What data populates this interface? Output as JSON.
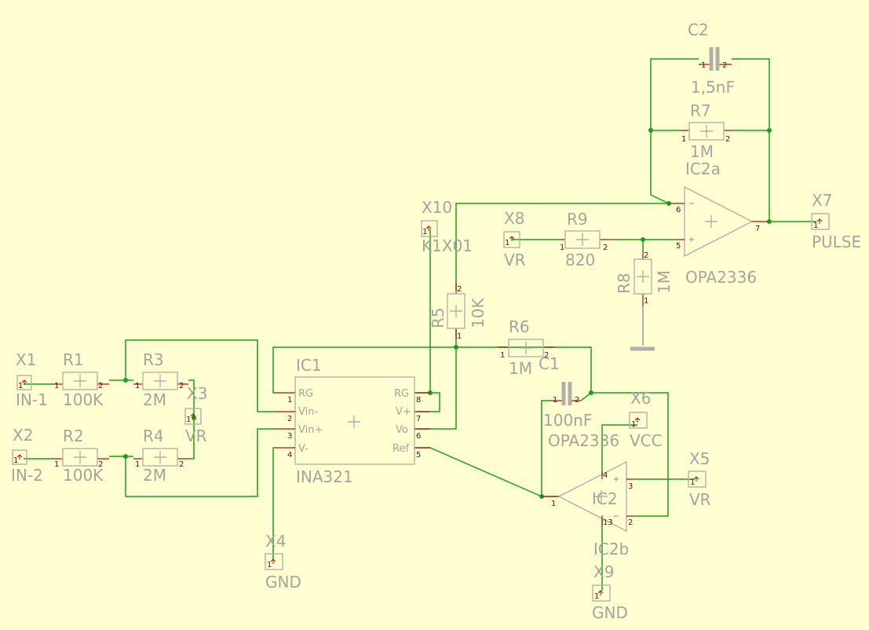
{
  "components": {
    "X1": {
      "ref": "X1",
      "value": "IN-1"
    },
    "X2": {
      "ref": "X2",
      "value": "IN-2"
    },
    "X3": {
      "ref": "X3",
      "value": "VR"
    },
    "X4": {
      "ref": "X4",
      "value": "GND"
    },
    "X5": {
      "ref": "X5",
      "value": "VR"
    },
    "X6": {
      "ref": "X6",
      "value": "VCC"
    },
    "X7": {
      "ref": "X7",
      "value": "PULSE"
    },
    "X8": {
      "ref": "X8",
      "value": "VR"
    },
    "X9": {
      "ref": "X9",
      "value": "GND"
    },
    "X10": {
      "ref": "X10",
      "value": "K1X01"
    },
    "R1": {
      "ref": "R1",
      "value": "100K"
    },
    "R2": {
      "ref": "R2",
      "value": "100K"
    },
    "R3": {
      "ref": "R3",
      "value": "2M"
    },
    "R4": {
      "ref": "R4",
      "value": "2M"
    },
    "R5": {
      "ref": "R5",
      "value": "10K"
    },
    "R6": {
      "ref": "R6",
      "value": "1M"
    },
    "R7": {
      "ref": "R7",
      "value": "1M"
    },
    "R8": {
      "ref": "R8",
      "value": "1M"
    },
    "R9": {
      "ref": "R9",
      "value": "820"
    },
    "C1": {
      "ref": "C1",
      "value": "100nF"
    },
    "C2": {
      "ref": "C2",
      "value": "1,5nF"
    },
    "IC1": {
      "ref": "IC1",
      "value": "INA321",
      "pins": [
        "RG",
        "Vin-",
        "Vin+",
        "V-",
        "RG",
        "V+",
        "Vo",
        "Ref"
      ]
    },
    "IC2a": {
      "ref": "IC2a",
      "value": "OPA2336"
    },
    "IC2b": {
      "ref": "IC2b",
      "value": "OPA2336",
      "part": "IC2"
    }
  },
  "pin_numbers": {
    "one": "1",
    "two": "2",
    "three": "3",
    "four": "4",
    "five": "5",
    "six": "6",
    "seven": "7",
    "eight": "8",
    "thirteen": "13"
  }
}
